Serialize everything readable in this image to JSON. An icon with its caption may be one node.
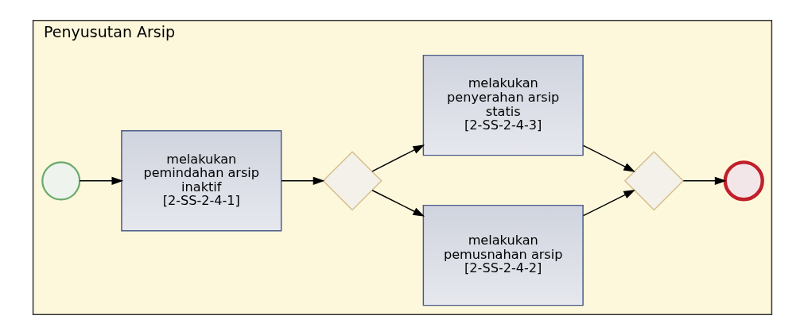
{
  "diagram": {
    "nodes": [
      {
        "text": [
          "Penyusutan Arsip"
        ]
      },
      {
        "text": [],
        "shape": "circle",
        "in": 0
      },
      {
        "text": [
          "melakukan pemindahan arsip inaktif [2-SS-2-4-1]"
        ],
        "in": 0
      },
      {
        "text": [],
        "shape": "diamond",
        "in": 0
      },
      {
        "text": [
          "melakukan pemusnahan arsip [2-SS-2-4-2]"
        ],
        "in": 0
      },
      {
        "text": [
          "melakukan penyerahan arsip statis [2-SS-2-4-3]"
        ],
        "in": 0
      },
      {
        "text": [],
        "shape": "diamond",
        "in": 0
      },
      {
        "text": [],
        "shape": "circle",
        "in": 0
      }
    ],
    "edges": [
      {
        "from": 1,
        "to": 2,
        "arrow": "to"
      },
      {
        "from": 2,
        "to": 3,
        "arrow": "to"
      },
      {
        "from": 3,
        "to": 4,
        "arrow": "to"
      },
      {
        "from": 3,
        "to": 5,
        "arrow": "to"
      },
      {
        "from": 4,
        "to": 6,
        "arrow": "to"
      },
      {
        "from": 5,
        "to": 6,
        "arrow": "to"
      },
      {
        "from": 6,
        "to": 7,
        "arrow": "to"
      }
    ]
  }
}
